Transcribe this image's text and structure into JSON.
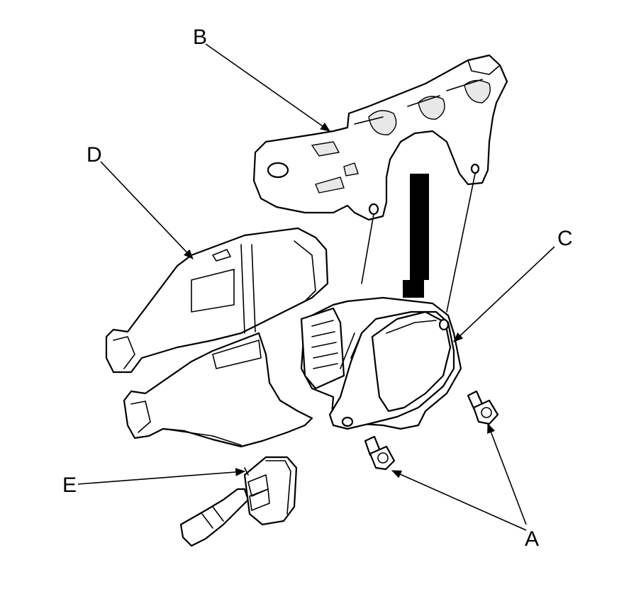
{
  "diagram": {
    "labels": {
      "A": "A",
      "B": "B",
      "C": "C",
      "D": "D",
      "E": "E"
    },
    "colors": {
      "line": "#000000",
      "background": "#ffffff",
      "shade": "#e8e8e8"
    }
  }
}
